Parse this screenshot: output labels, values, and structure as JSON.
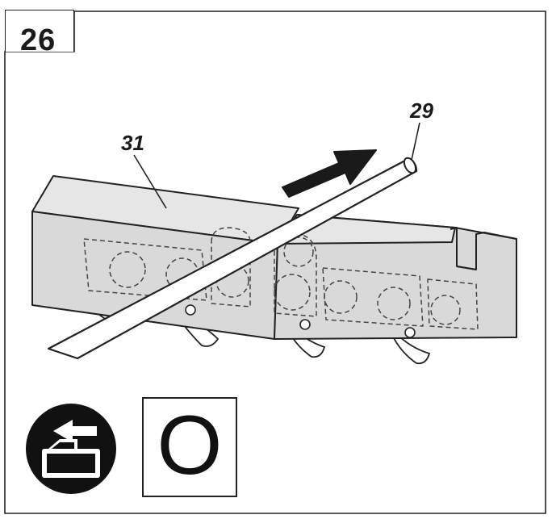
{
  "step": {
    "number": "26"
  },
  "callouts": {
    "tool_bar": "31",
    "round_file": "29"
  },
  "mode_indicator": {
    "letter": "O"
  },
  "icons": {
    "badge": "battery-remove-icon",
    "direction": "arrow-up-right-icon"
  },
  "colors": {
    "line": "#222222",
    "fill_gray": "#d9d9d9",
    "fill_light": "#e6e6e6",
    "background": "#ffffff",
    "badge": "#111111"
  }
}
